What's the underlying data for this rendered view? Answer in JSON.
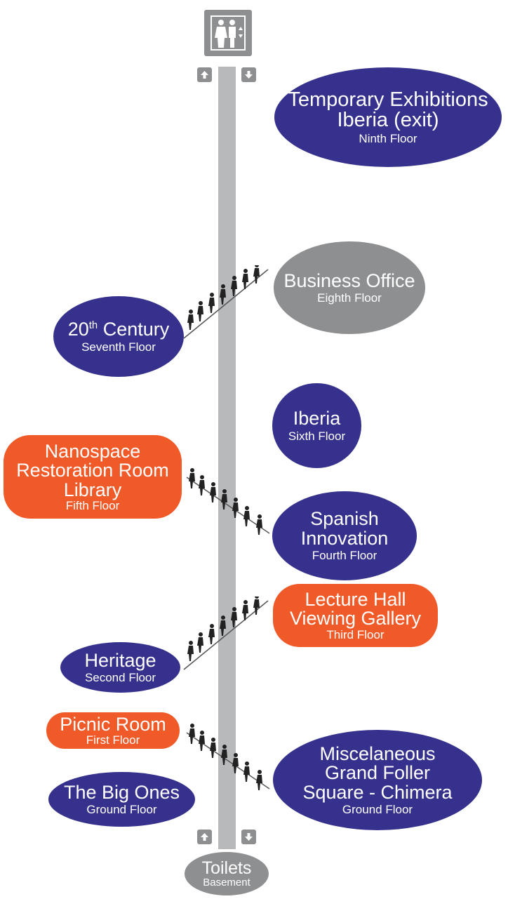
{
  "elevator": {
    "icon": "elevator-icon"
  },
  "shaft": {
    "top_up": "up-arrow-icon",
    "top_down": "down-arrow-icon",
    "bottom_up": "up-arrow-icon",
    "bottom_down": "down-arrow-icon"
  },
  "floors": {
    "ninth": {
      "name": "Temporary Exhibitions\nIberia (exit)",
      "floor": "Ninth Floor"
    },
    "eighth": {
      "name": "Business Office",
      "floor": "Eighth Floor"
    },
    "seventh": {
      "name": "20",
      "sup": "th",
      "name_rest": " Century",
      "floor": "Seventh Floor"
    },
    "sixth": {
      "name": "Iberia",
      "floor": "Sixth Floor"
    },
    "fifth": {
      "name": "Nanospace\nRestoration Room\nLibrary",
      "floor": "Fifth Floor"
    },
    "fourth": {
      "name": "Spanish\nInnovation",
      "floor": "Fourth Floor"
    },
    "third": {
      "name": "Lecture Hall\nViewing Gallery",
      "floor": "Third Floor"
    },
    "second": {
      "name": "Heritage",
      "floor": "Second Floor"
    },
    "first": {
      "name": "Picnic Room",
      "floor": "First Floor"
    },
    "ground_left": {
      "name": "The Big Ones",
      "floor": "Ground Floor"
    },
    "ground_right": {
      "name": "Miscelaneous\nGrand Foller\nSquare - Chimera",
      "floor": "Ground Floor"
    },
    "basement": {
      "name": "Toilets",
      "floor": "Basement"
    }
  },
  "colors": {
    "navy": "#35318c",
    "orange": "#f05a28",
    "grey": "#8d8f91",
    "shaft": "#b8b9bb"
  }
}
